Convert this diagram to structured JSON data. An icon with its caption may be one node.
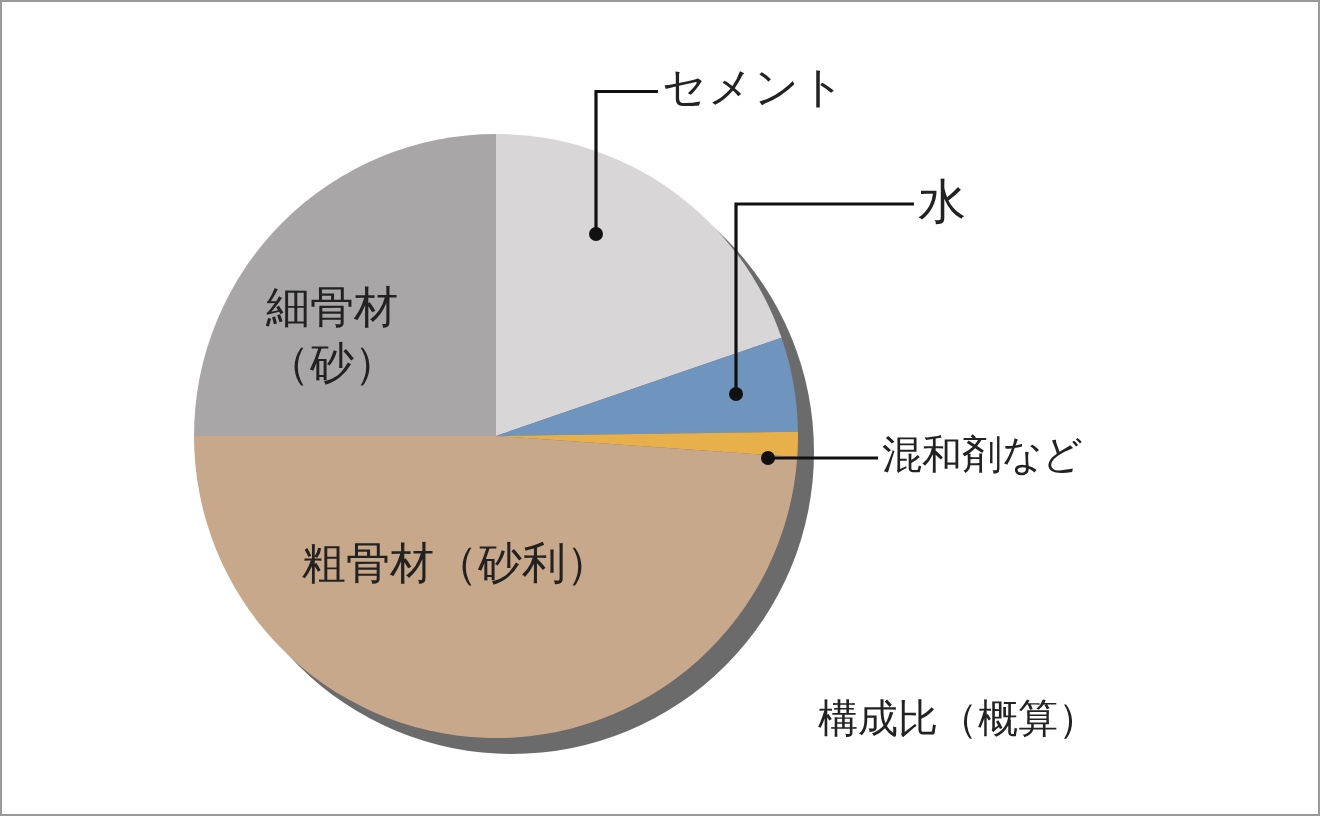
{
  "diagram": {
    "caption": "構成比（概算）",
    "nodes": [
      {
        "text": [
          "セメント"
        ]
      },
      {
        "text": [],
        "shape": "slice"
      },
      {
        "text": [
          "水"
        ]
      },
      {
        "text": [],
        "shape": "slice"
      },
      {
        "text": [
          "混和剤など"
        ]
      },
      {
        "text": [],
        "shape": "slice"
      },
      {
        "text": [
          "細骨材（砂）"
        ]
      },
      {
        "text": [
          "粗骨材（砂利）"
        ]
      }
    ],
    "edges": [
      {
        "from": 0,
        "to": 1,
        "arrow": "other"
      },
      {
        "from": 2,
        "to": 3,
        "arrow": "other"
      },
      {
        "from": 4,
        "to": 5,
        "arrow": "other"
      }
    ]
  }
}
